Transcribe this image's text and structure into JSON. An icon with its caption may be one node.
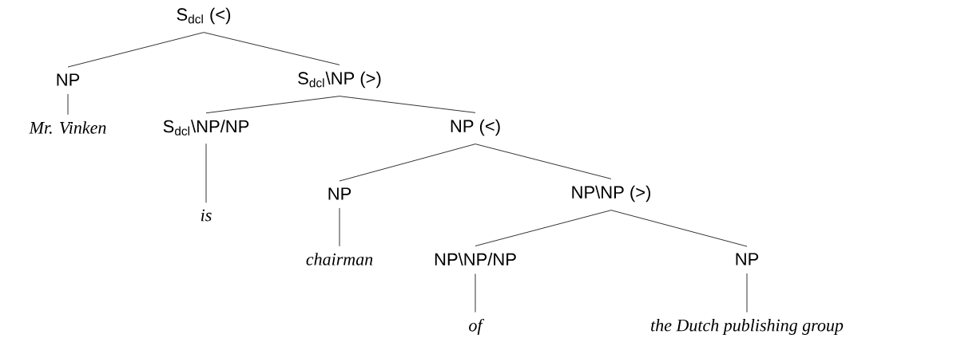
{
  "diagram": {
    "nodes": [
      {
        "text": [
          "S$_{dcl}$ (<)"
        ]
      },
      {
        "text": [
          "NP"
        ]
      },
      {
        "text": [
          "S$_{dcl}$\\NP (>)"
        ]
      },
      {
        "text": [
          "Mr. Vinken"
        ]
      },
      {
        "text": [
          "S$_{dcl}$\\NP/NP"
        ]
      },
      {
        "text": [
          "NP (<)"
        ]
      },
      {
        "text": [
          "is"
        ]
      },
      {
        "text": [
          "NP"
        ]
      },
      {
        "text": [
          "NP\\NP (>)"
        ]
      },
      {
        "text": [
          "chairman"
        ]
      },
      {
        "text": [
          "NP\\NP/NP"
        ]
      },
      {
        "text": [
          "NP"
        ]
      },
      {
        "text": [
          "of"
        ]
      },
      {
        "text": [
          "the Dutch publishing group"
        ]
      }
    ],
    "edges": [
      {
        "from": 0,
        "to": 1,
        "arrow": "none"
      },
      {
        "from": 0,
        "to": 2,
        "arrow": "none"
      },
      {
        "from": 1,
        "to": 3,
        "arrow": "none"
      },
      {
        "from": 2,
        "to": 4,
        "arrow": "none"
      },
      {
        "from": 2,
        "to": 5,
        "arrow": "none"
      },
      {
        "from": 4,
        "to": 6,
        "arrow": "none"
      },
      {
        "from": 5,
        "to": 7,
        "arrow": "none"
      },
      {
        "from": 5,
        "to": 8,
        "arrow": "none"
      },
      {
        "from": 7,
        "to": 9,
        "arrow": "none"
      },
      {
        "from": 8,
        "to": 10,
        "arrow": "none"
      },
      {
        "from": 8,
        "to": 11,
        "arrow": "none"
      },
      {
        "from": 10,
        "to": 12,
        "arrow": "none"
      },
      {
        "from": 11,
        "to": 13,
        "arrow": "none"
      }
    ]
  }
}
